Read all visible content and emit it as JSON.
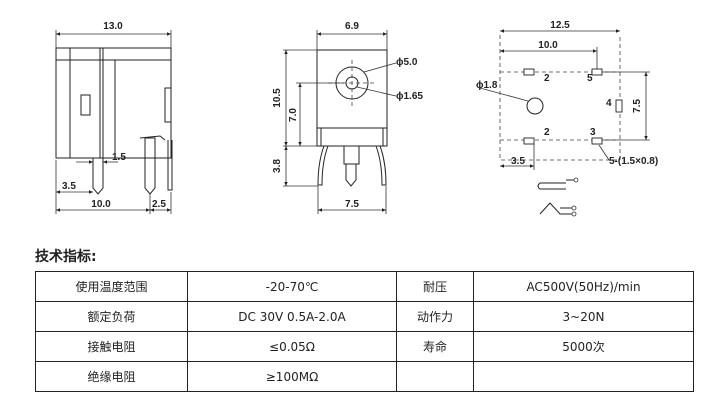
{
  "drawing": {
    "side_view": {
      "width_total": "13.0",
      "pin_offset_a": "1.5",
      "pin_offset_b": "3.5",
      "base_length": "10.0",
      "pin_offset_c": "2.5"
    },
    "front_view": {
      "width_top": "6.9",
      "hole_outer": "ϕ5.0",
      "hole_inner": "ϕ1.65",
      "height_total": "10.5",
      "height_center": "7.0",
      "pin_length": "3.8",
      "width_bottom": "7.5"
    },
    "footprint": {
      "width_total": "12.5",
      "pad_span": "10.0",
      "pin_hole": "ϕ1.8",
      "pad_height": "7.5",
      "pin_gap": "3.5",
      "slot_note": "5-(1.5×0.8)",
      "pin_labels": [
        "2",
        "5",
        "4",
        "2",
        "3"
      ]
    }
  },
  "specs": {
    "title": "技术指标:",
    "rows": [
      {
        "label_a": "使用温度范围",
        "value_a": "-20-70℃",
        "label_b": "耐压",
        "value_b": "AC500V(50Hz)/min"
      },
      {
        "label_a": "额定负荷",
        "value_a": "DC 30V 0.5A-2.0A",
        "label_b": "动作力",
        "value_b": "3~20N"
      },
      {
        "label_a": "接触电阻",
        "value_a": "≤0.05Ω",
        "label_b": "寿命",
        "value_b": "5000次"
      },
      {
        "label_a": "绝缘电阻",
        "value_a": "≥100MΩ",
        "label_b": "",
        "value_b": ""
      }
    ]
  }
}
